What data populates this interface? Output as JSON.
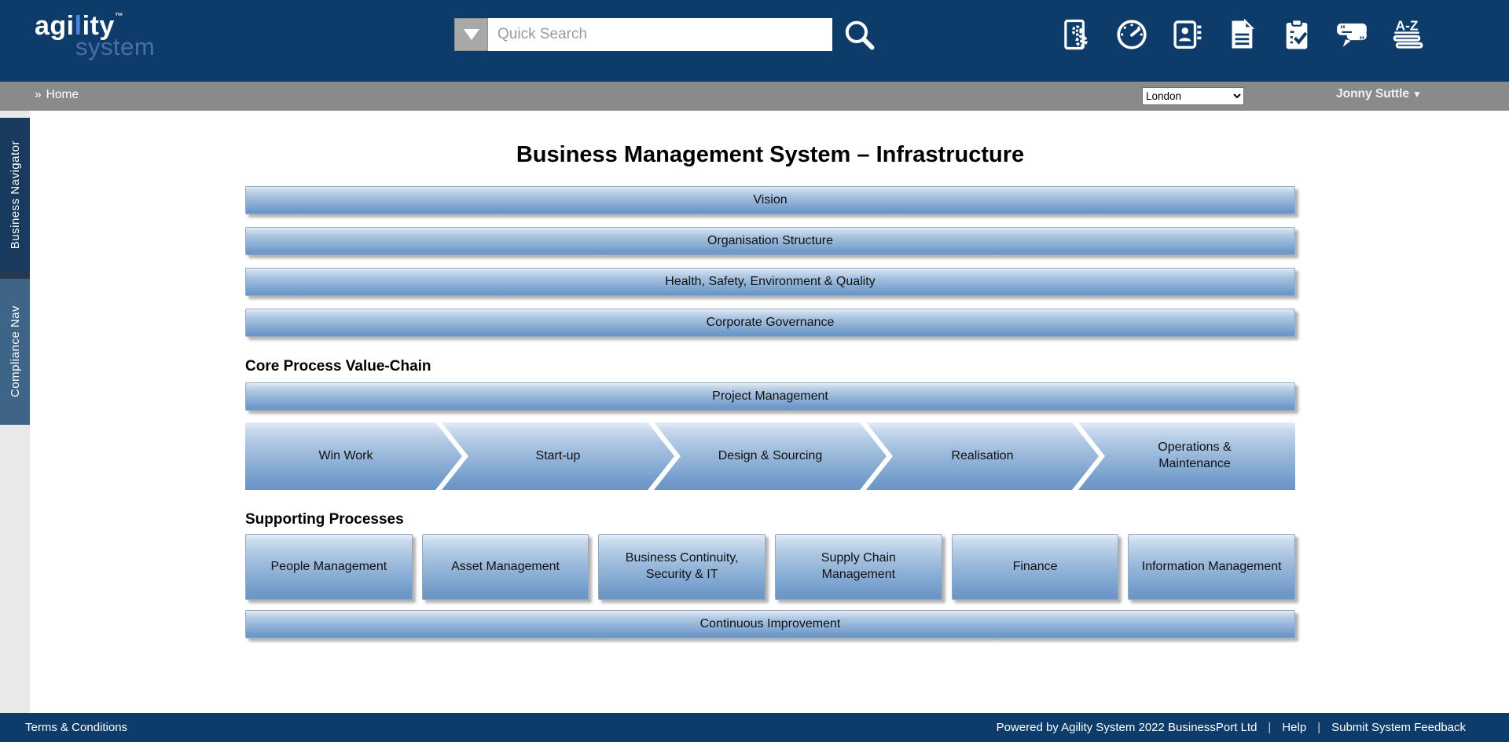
{
  "colors": {
    "header_bg": "#0e3c6a",
    "footer_bg": "#0e3c6a",
    "breadcrumb_bg": "#8a8a8a",
    "tab_business_bg": "#173a5e",
    "tab_compliance_bg": "#3e6488",
    "bar_gradient_top": "#e6eef7",
    "bar_gradient_bottom": "#6b95c5"
  },
  "header": {
    "logo": {
      "part1": "agi",
      "accent": "l",
      "part2": "ity",
      "trademark": "™",
      "word2": "system"
    },
    "search": {
      "placeholder": "Quick Search"
    },
    "nav_icons": [
      "document-settings-icon",
      "dashboard-icon",
      "contacts-icon",
      "documents-icon",
      "tasks-checklist-icon",
      "feedback-chat-icon",
      "a-z-glossary-icon"
    ]
  },
  "breadcrumb": {
    "prefix": "»",
    "home": "Home"
  },
  "toolbar": {
    "location_select": {
      "value": "London"
    },
    "user": {
      "name": "Jonny Suttle",
      "caret": "▼"
    }
  },
  "sidebar": {
    "tabs": [
      {
        "label": "Business Navigator"
      },
      {
        "label": "Compliance Nav"
      }
    ]
  },
  "main": {
    "title": "Business Management System – Infrastructure",
    "top_bars": [
      "Vision",
      "Organisation Structure",
      "Health, Safety, Environment & Quality",
      "Corporate Governance"
    ],
    "core_process": {
      "heading": "Core Process Value-Chain",
      "project_bar": "Project Management",
      "chevrons": [
        "Win Work",
        "Start-up",
        "Design & Sourcing",
        "Realisation",
        "Operations & Maintenance"
      ]
    },
    "supporting": {
      "heading": "Supporting Processes",
      "boxes": [
        "People Management",
        "Asset Management",
        "Business Continuity, Security & IT",
        "Supply Chain Management",
        "Finance",
        "Information Management"
      ],
      "bottom_bar": "Continuous Improvement"
    }
  },
  "footer": {
    "terms": "Terms & Conditions",
    "powered_by": "Powered by Agility System 2022 BusinessPort Ltd",
    "divider": "|",
    "help": "Help",
    "feedback": "Submit System Feedback"
  }
}
